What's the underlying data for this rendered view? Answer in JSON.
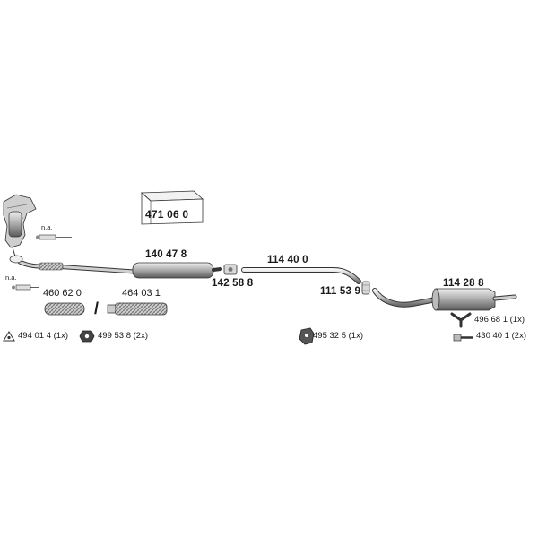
{
  "diagram": {
    "box_part": "471 06 0",
    "parts": {
      "front_muffler": "140 47 8",
      "clamp": "142 58 8",
      "middle_pipe": "114 40 0",
      "connector": "111 53 9",
      "rear_muffler": "114 28 8",
      "flex_pipe_a": "460 62 0",
      "flex_pipe_b": "464 03 1"
    },
    "separator": "/",
    "not_available": [
      "n.a.",
      "n.a."
    ],
    "accessories": [
      {
        "code": "494 01 4",
        "qty": "(1x)"
      },
      {
        "code": "499 53 8",
        "qty": "(2x)"
      },
      {
        "code": "495 32 5",
        "qty": "(1x)"
      },
      {
        "code": "496 68 1",
        "qty": "(1x)"
      },
      {
        "code": "430 40 1",
        "qty": "(2x)"
      }
    ]
  }
}
